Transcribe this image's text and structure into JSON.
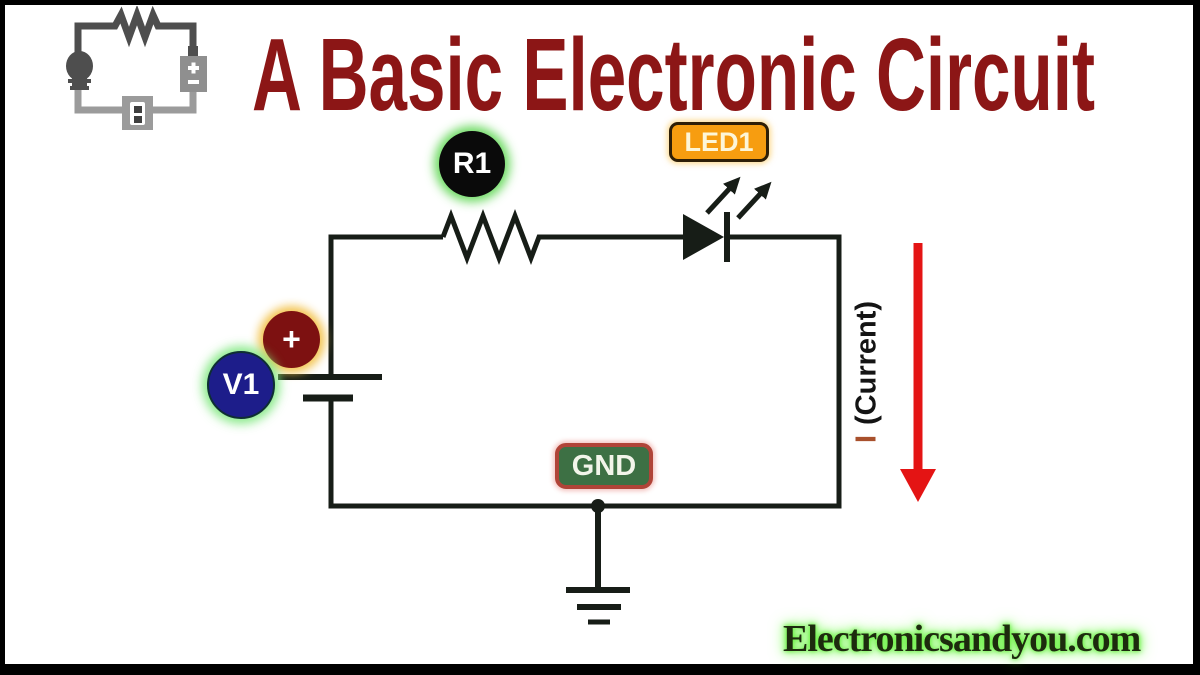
{
  "page": {
    "title": "A Basic Electronic Circuit",
    "watermark": "Electronicsandyou.com"
  },
  "logo": {
    "name": "electronics-circuit-logo",
    "parts": [
      "bulb",
      "resistor",
      "battery",
      "switch"
    ]
  },
  "components": {
    "resistor": {
      "label": "R1"
    },
    "led": {
      "label": "LED1"
    },
    "battery": {
      "label": "V1",
      "polarity": "+"
    },
    "ground": {
      "label": "GND"
    }
  },
  "current": {
    "symbol": "I",
    "caption": "(Current)",
    "direction": "down"
  },
  "colors": {
    "title": "#8C1616",
    "wire": "#171D17",
    "r1_fill": "#0A0A0A",
    "v1_fill": "#1D1D8A",
    "plus_fill": "#7D1111",
    "plus_glow": "#F2C24A",
    "badge_glow_green": "#5CD650",
    "led1_fill": "#F79D10",
    "gnd_fill": "#3D7044",
    "gnd_border": "#B04438",
    "arrow_red": "#E41414",
    "current_i_color": "#A8502C",
    "watermark_glow": "#5FEE35"
  }
}
